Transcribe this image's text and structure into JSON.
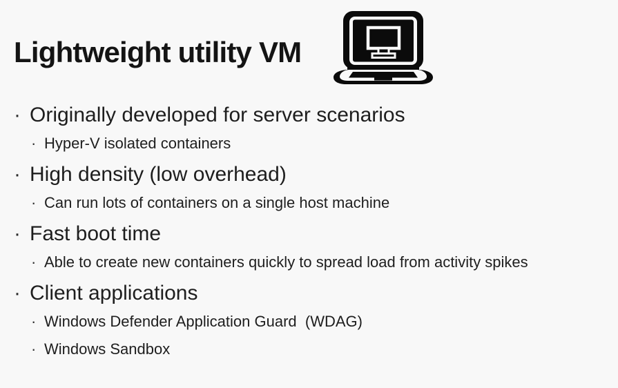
{
  "slide": {
    "title": "Lightweight utility VM",
    "background_color": "#f8f8f8",
    "text_color": "#1e1e1e",
    "bullet_char": "·",
    "icon": "laptop-with-vm-screen",
    "bullets": [
      {
        "level": 1,
        "text": "Originally developed for server scenarios"
      },
      {
        "level": 2,
        "text": "Hyper-V isolated containers"
      },
      {
        "level": 1,
        "text": "High density (low overhead)"
      },
      {
        "level": 2,
        "text": "Can run lots of containers on a single host machine"
      },
      {
        "level": 1,
        "text": "Fast boot time"
      },
      {
        "level": 2,
        "text": "Able to create new containers quickly to spread load from activity spikes"
      },
      {
        "level": 1,
        "text": "Client applications"
      },
      {
        "level": 2,
        "text": "Windows Defender Application Guard  (WDAG)"
      },
      {
        "level": 2,
        "text": "Windows Sandbox"
      }
    ]
  }
}
